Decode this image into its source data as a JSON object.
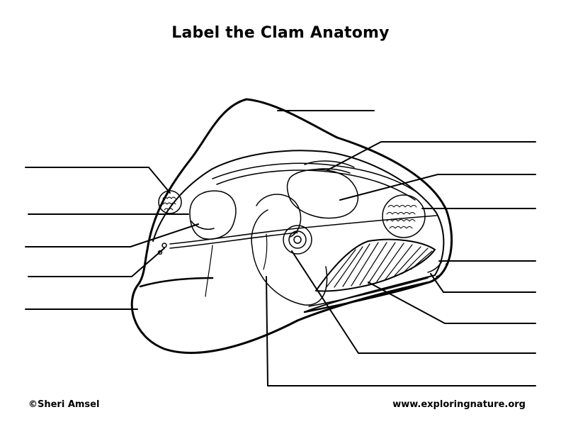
{
  "title": "Label the Clam Anatomy",
  "footer": {
    "copyright": "©Sheri Amsel",
    "website": "www.exploringnature.org"
  },
  "colors": {
    "ink": "#000000",
    "background": "#ffffff"
  }
}
